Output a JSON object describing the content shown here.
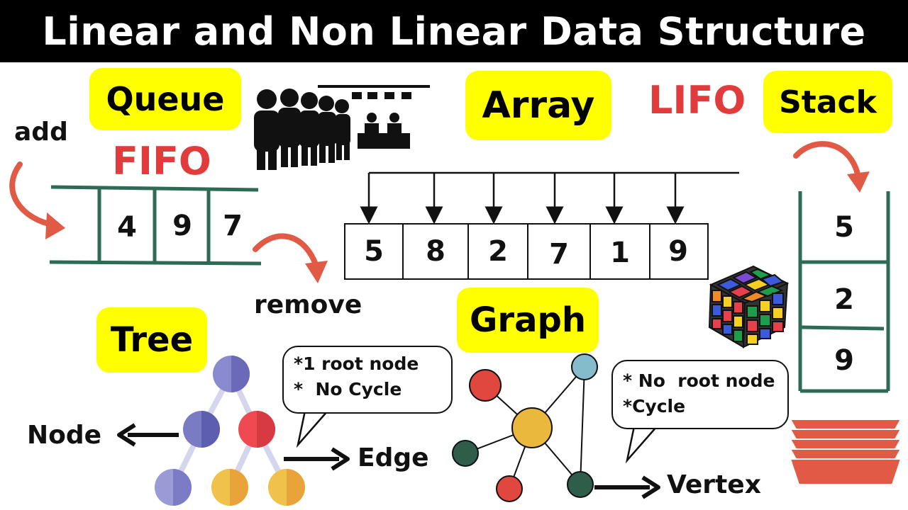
{
  "title": "Linear and Non Linear Data Structure",
  "queue": {
    "label": "Queue",
    "fifo": "FIFO",
    "add": "add",
    "remove": "remove",
    "cells": [
      "4",
      "9",
      "7"
    ]
  },
  "array": {
    "label": "Array",
    "cells": [
      "5",
      "8",
      "2",
      "7",
      "1",
      "9"
    ]
  },
  "stack": {
    "label": "Stack",
    "lifo": "LIFO",
    "cells": [
      "5",
      "2",
      "9"
    ]
  },
  "tree": {
    "label": "Tree",
    "node_label": "Node",
    "edge_label": "Edge",
    "notes": [
      "*1 root node",
      "*  No Cycle"
    ]
  },
  "graph": {
    "label": "Graph",
    "vertex_label": "Vertex",
    "notes": [
      "* No  root node",
      "*Cycle"
    ]
  },
  "colors": {
    "highlight": "#ffff00",
    "accent_red": "#e23b3b",
    "queue_lines": "#2e6b55",
    "stack_lines": "#2e6b55",
    "tree_purple": "#7b7bc4",
    "tree_red": "#e8404a",
    "tree_yellow": "#eab83c",
    "graph_red": "#e0483f",
    "graph_teal": "#85bccb",
    "graph_green": "#2e5e4a",
    "graph_yellow": "#eab83c",
    "plates": "#e05a45"
  },
  "icons": [
    "people-queue-icon",
    "rubiks-cube-icon",
    "plates-stack-icon",
    "curved-arrow-icon"
  ]
}
